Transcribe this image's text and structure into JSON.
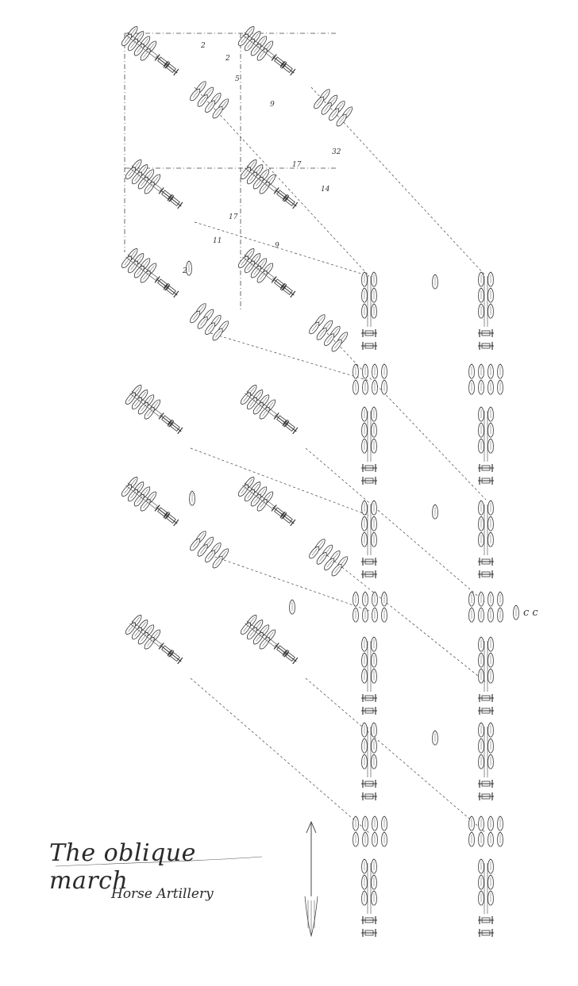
{
  "title": "The oblique march",
  "subtitle": "Horse Artillery",
  "cc_label": "c c",
  "distance_labels": [
    "2",
    "2",
    "5",
    "9",
    "32",
    "17",
    "14",
    "17",
    "11",
    "9",
    "2"
  ],
  "colors": {
    "ink": "#333333",
    "paper": "#ffffff"
  }
}
